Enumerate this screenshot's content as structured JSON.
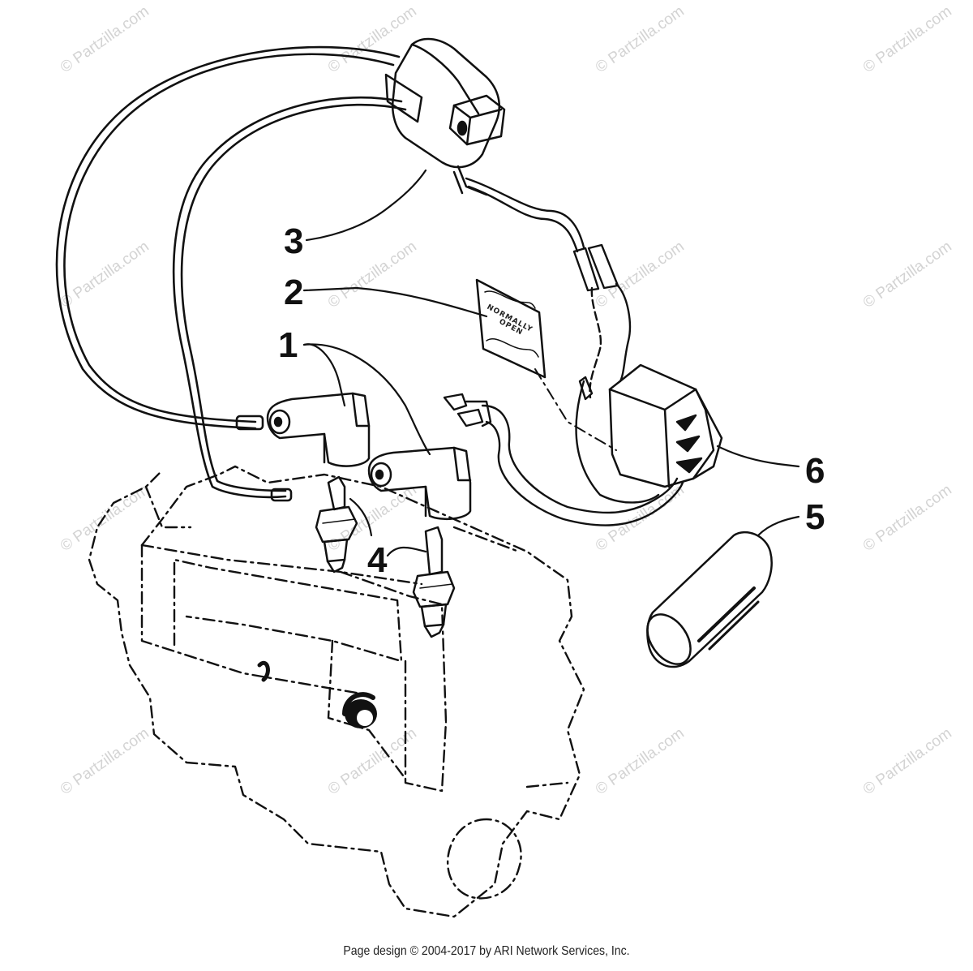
{
  "callouts": [
    {
      "id": "1",
      "label": "1"
    },
    {
      "id": "2",
      "label": "2"
    },
    {
      "id": "3",
      "label": "3"
    },
    {
      "id": "4",
      "label": "4"
    },
    {
      "id": "5",
      "label": "5"
    },
    {
      "id": "6",
      "label": "6"
    }
  ],
  "decal": {
    "line1": "NORMALLY",
    "line2": "OPEN"
  },
  "watermark": "© Partzilla.com",
  "footer": "Page design © 2004-2017 by ARI Network Services, Inc.",
  "colors": {
    "ink": "#111111",
    "watermark": "#d3d3d3",
    "background": "#ffffff"
  }
}
